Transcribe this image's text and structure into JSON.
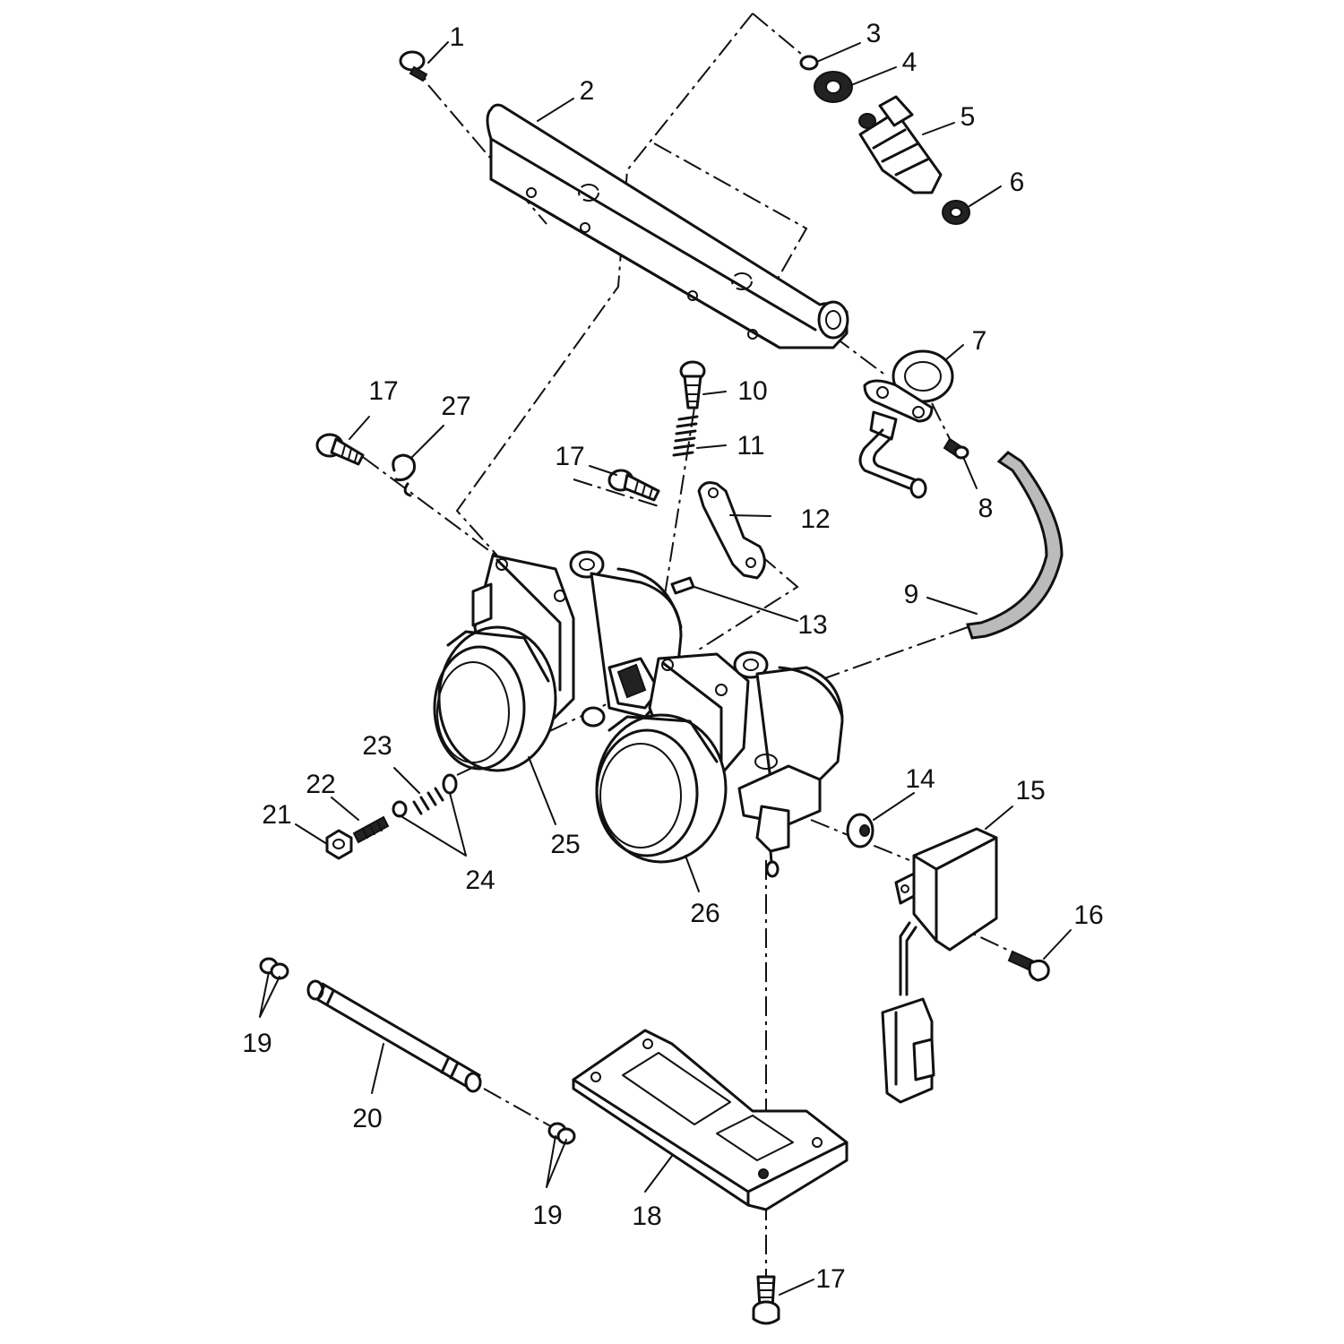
{
  "diagram": {
    "type": "exploded-parts-diagram",
    "labels": [
      "1",
      "2",
      "3",
      "4",
      "5",
      "6",
      "7",
      "8",
      "9",
      "10",
      "11",
      "12",
      "13",
      "14",
      "15",
      "16",
      "17",
      "17",
      "17",
      "18",
      "19",
      "19",
      "20",
      "21",
      "22",
      "23",
      "24",
      "25",
      "26",
      "27"
    ],
    "colors": {
      "ink": "#111111",
      "paper": "#ffffff",
      "shade": "#bbbbbb"
    }
  }
}
